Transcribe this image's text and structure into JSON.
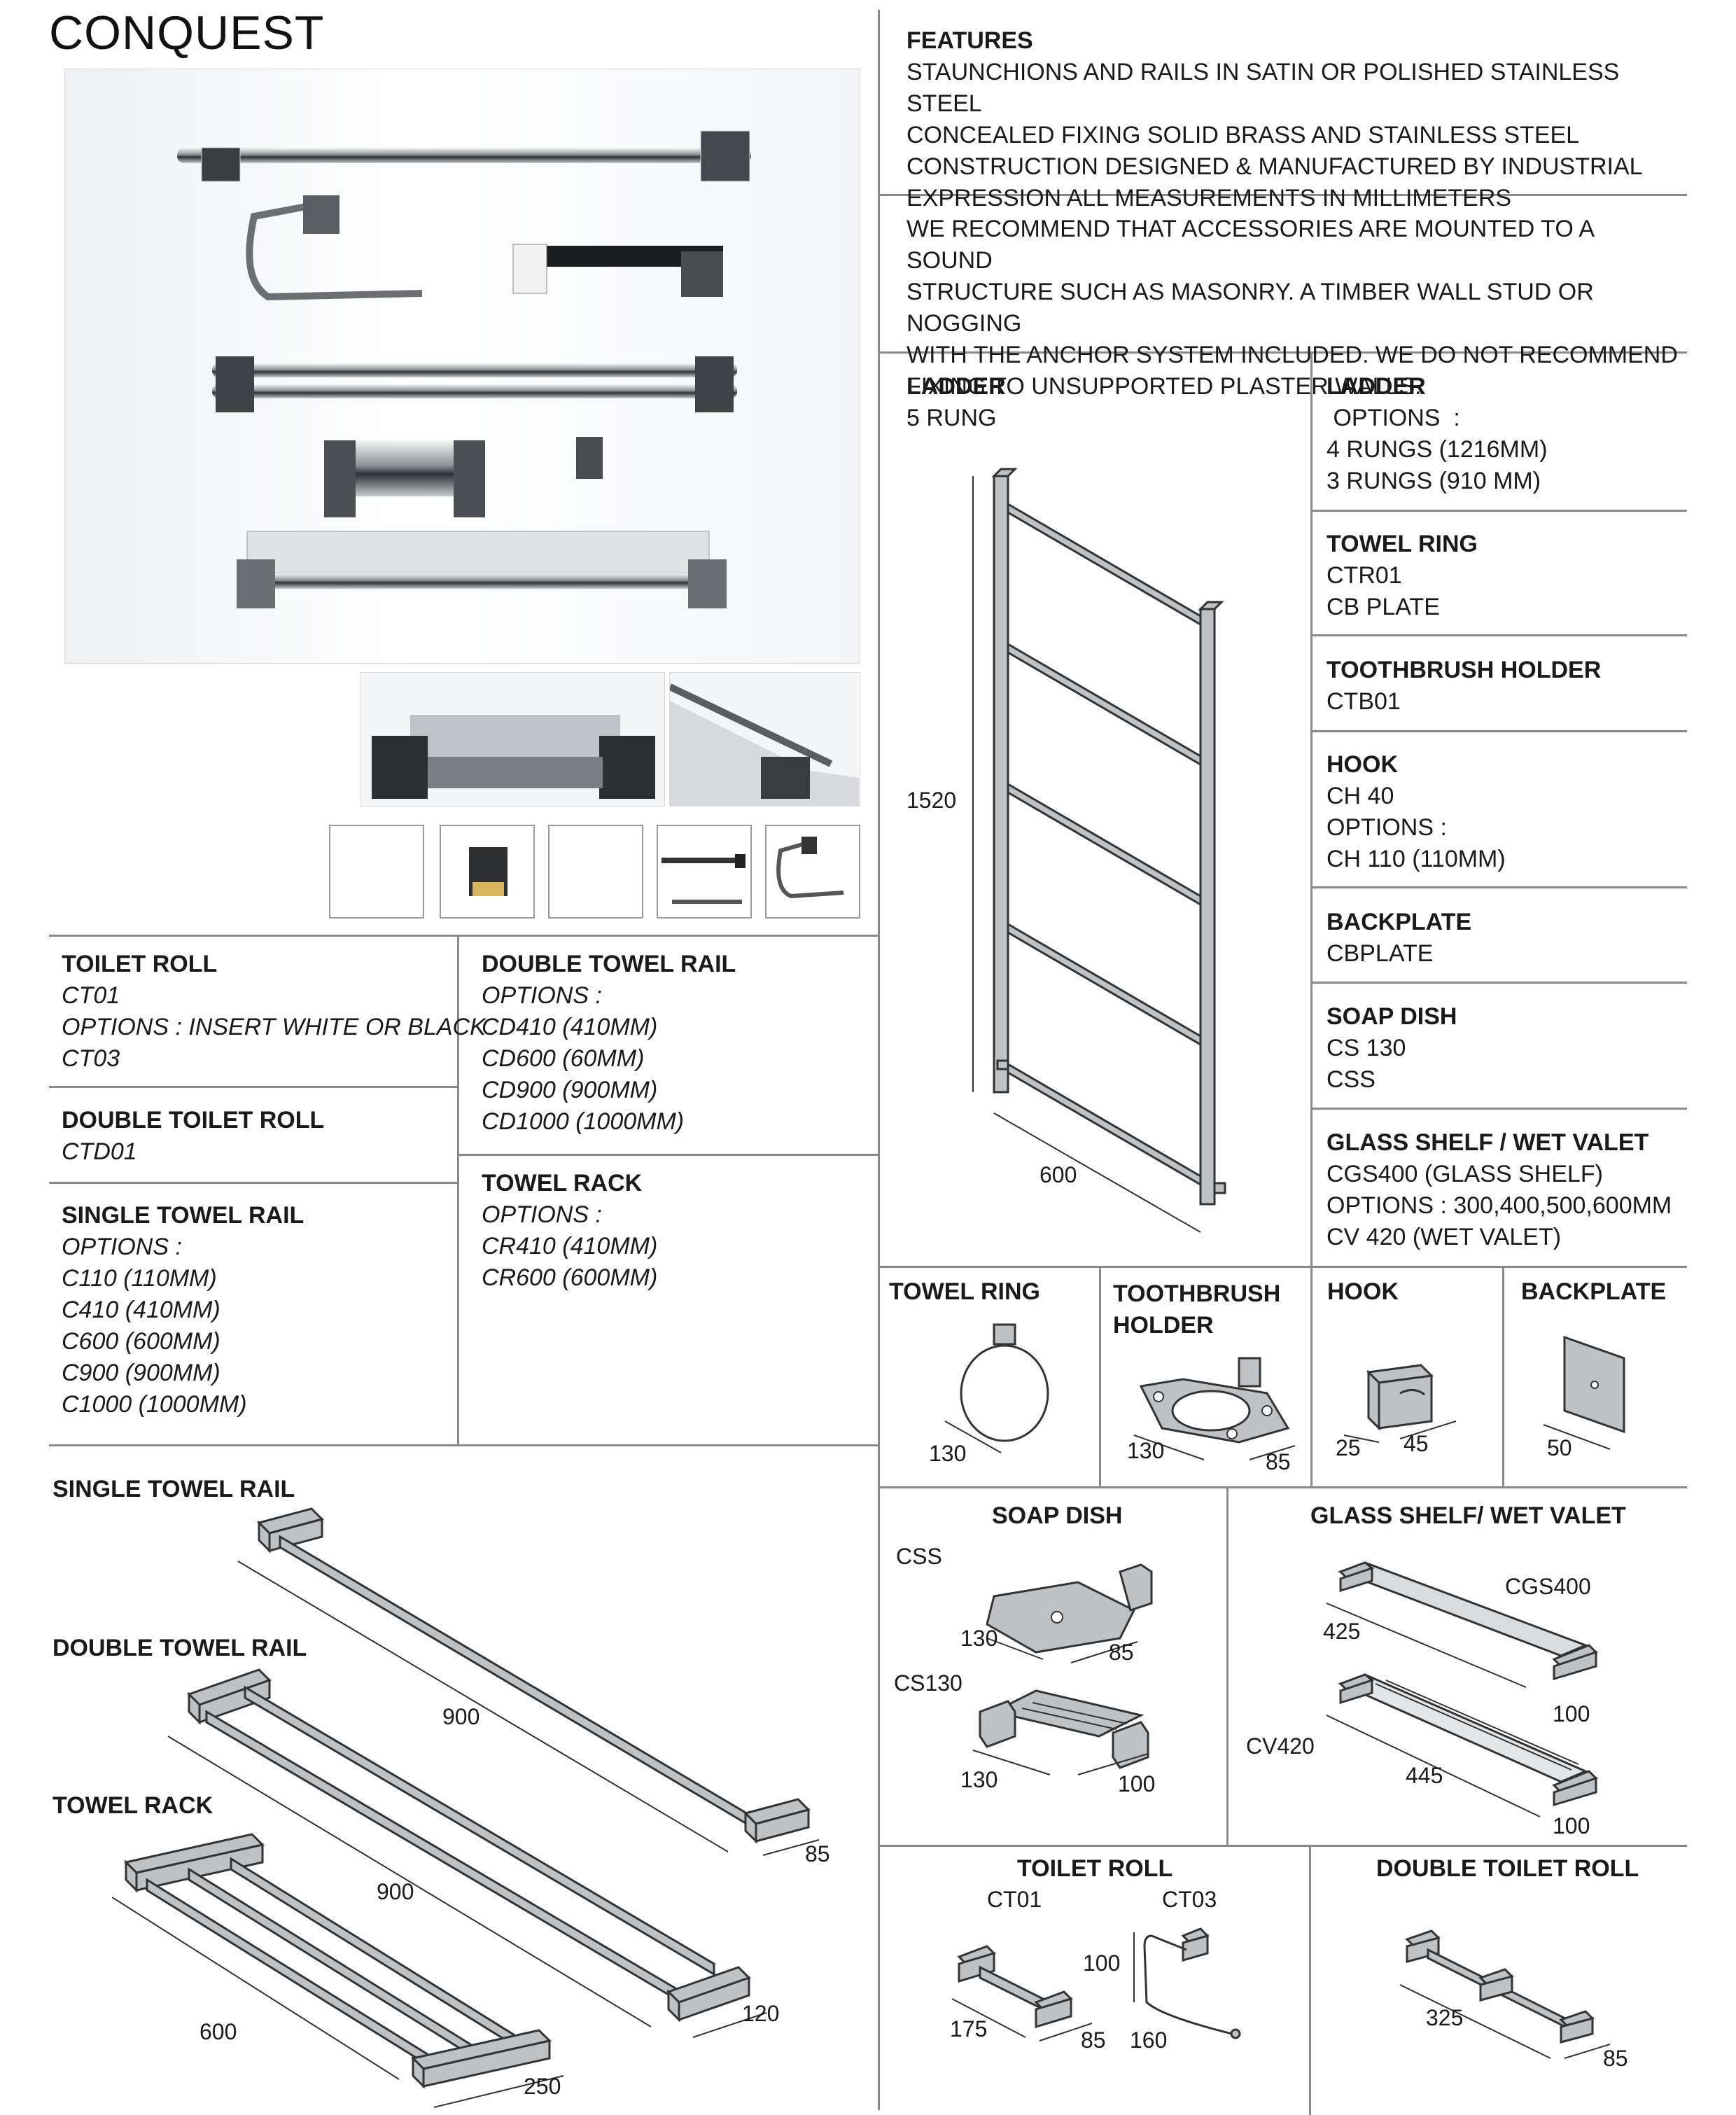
{
  "header": {
    "title": "CONQUEST"
  },
  "features": {
    "heading": "FEATURES",
    "lines": [
      "STAUNCHIONS AND RAILS IN SATIN OR POLISHED STAINLESS STEEL",
      "CONCEALED FIXING SOLID BRASS AND STAINLESS STEEL",
      "CONSTRUCTION DESIGNED & MANUFACTURED BY INDUSTRIAL",
      "EXPRESSION ALL MEASUREMENTS IN MILLIMETERS"
    ]
  },
  "recommend": {
    "lines": [
      "WE RECOMMEND THAT ACCESSORIES ARE MOUNTED TO A SOUND",
      "STRUCTURE SUCH AS MASONRY. A TIMBER WALL STUD OR NOGGING",
      "WITH THE ANCHOR SYSTEM INCLUDED.  WE DO NOT RECOMMEND",
      "FIXING TO UNSUPPORTED PLASTER WALLS."
    ]
  },
  "ladder_drawing": {
    "title": "LADDER",
    "subtitle": "5 RUNG",
    "height": "1520",
    "width": "600"
  },
  "specs": [
    {
      "title": "LADDER",
      "lines": [
        " OPTIONS  :",
        "4 RUNGS (1216MM)",
        "3 RUNGS (910 MM)"
      ]
    },
    {
      "title": "TOWEL RING",
      "lines": [
        "CTR01",
        "CB PLATE"
      ]
    },
    {
      "title": "TOOTHBRUSH HOLDER",
      "lines": [
        "CTB01"
      ]
    },
    {
      "title": "HOOK",
      "lines": [
        "CH 40",
        "OPTIONS :",
        "CH 110 (110MM)"
      ]
    },
    {
      "title": "BACKPLATE",
      "lines": [
        "CBPLATE"
      ]
    },
    {
      "title": "SOAP DISH",
      "lines": [
        "CS 130",
        "CSS"
      ]
    },
    {
      "title": "GLASS SHELF / WET VALET",
      "lines": [
        "CGS400 (GLASS SHELF)",
        "OPTIONS :  300,400,500,600MM",
        "CV 420 (WET VALET)"
      ]
    }
  ],
  "left_specs": {
    "toilet_roll": {
      "title": "TOILET ROLL",
      "lines": [
        "CT01",
        "OPTIONS : INSERT WHITE OR BLACK",
        "CT03"
      ]
    },
    "double_toilet_roll": {
      "title": "DOUBLE TOILET ROLL",
      "lines": [
        "CTD01"
      ]
    },
    "single_towel_rail": {
      "title": "SINGLE TOWEL RAIL",
      "lines": [
        "OPTIONS :",
        "C110 (110MM)",
        "C410 (410MM)",
        "C600 (600MM)",
        "C900 (900MM)",
        "C1000 (1000MM)"
      ]
    },
    "double_towel_rail": {
      "title": "DOUBLE TOWEL RAIL",
      "lines": [
        "OPTIONS :",
        "CD410 (410MM)",
        "CD600 (60MM)",
        "CD900 (900MM)",
        "CD1000 (1000MM)"
      ]
    },
    "towel_rack": {
      "title": "TOWEL RACK",
      "lines": [
        "OPTIONS :",
        "CR410 (410MM)",
        "CR600 (600MM)"
      ]
    }
  },
  "rail_drawings": {
    "single": {
      "title": "SINGLE TOWEL RAIL",
      "length": "900",
      "depth": "85"
    },
    "double": {
      "title": "DOUBLE TOWEL RAIL",
      "length": "900",
      "depth": "120"
    },
    "rack": {
      "title": "TOWEL RACK",
      "length": "600",
      "depth": "250"
    }
  },
  "small_drawings": {
    "towel_ring": {
      "title": "TOWEL RING",
      "dim": "130"
    },
    "toothbrush": {
      "title_1": "TOOTHBRUSH",
      "title_2": "HOLDER",
      "dim_a": "130",
      "dim_b": "85"
    },
    "hook": {
      "title": "HOOK",
      "dim_a": "25",
      "dim_b": "45"
    },
    "backplate": {
      "title": "BACKPLATE",
      "dim": "50"
    }
  },
  "soap_dish": {
    "title": "SOAP DISH",
    "css_label": "CSS",
    "css_a": "130",
    "css_b": "85",
    "cs130_label": "CS130",
    "cs130_a": "130",
    "cs130_b": "100"
  },
  "glass_shelf": {
    "title": "GLASS SHELF/ WET VALET",
    "cgs_label": "CGS400",
    "cgs_a": "425",
    "cgs_b": "100",
    "cv_label": "CV420",
    "cv_a": "445",
    "cv_b": "100"
  },
  "toilet_roll_drawing": {
    "title": "TOILET ROLL",
    "ct01": "CT01",
    "ct03": "CT03",
    "ct01_a": "175",
    "ct01_b": "85",
    "ct03_h": "100",
    "ct03_w": "160"
  },
  "double_toilet_drawing": {
    "title": "DOUBLE TOILET ROLL",
    "dim_a": "325",
    "dim_b": "85"
  }
}
